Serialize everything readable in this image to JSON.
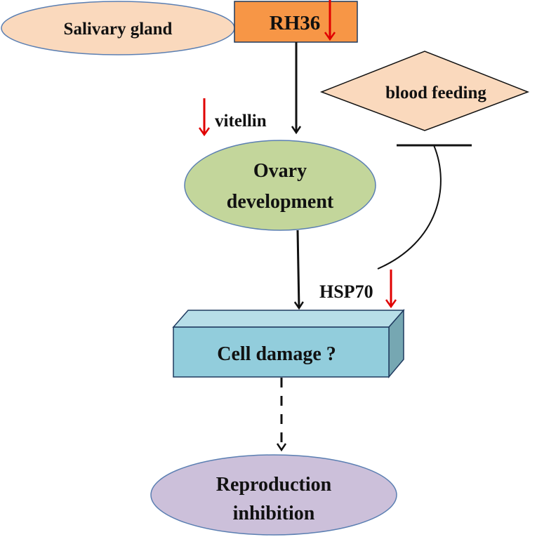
{
  "nodes": {
    "salivary_gland": {
      "label": "Salivary gland",
      "fill": "#fad9bd",
      "stroke": "#5b7fb2"
    },
    "rh36": {
      "label": "RH36",
      "fill": "#f79646",
      "stroke": "#1f3a5f"
    },
    "blood_feeding": {
      "label": "blood feeding",
      "fill": "#fad9bd",
      "stroke": "#111111"
    },
    "ovary": {
      "label_line1": "Ovary",
      "label_line2": "development",
      "fill": "#c3d69b",
      "stroke": "#5b7fb2"
    },
    "cell_damage": {
      "label": "Cell damage ?",
      "front_fill": "#92cddc",
      "top_fill": "#b7dee8",
      "side_fill": "#76a7b2",
      "stroke": "#1f3a5f"
    },
    "reproduction": {
      "label_line1": "Reproduction",
      "label_line2": "inhibition",
      "fill": "#ccc0da",
      "stroke": "#5b7fb2"
    }
  },
  "annotations": {
    "vitellin": "vitellin",
    "hsp70": "HSP70"
  },
  "colors": {
    "arrow": "#111111",
    "down_arrow": "#e00000"
  }
}
